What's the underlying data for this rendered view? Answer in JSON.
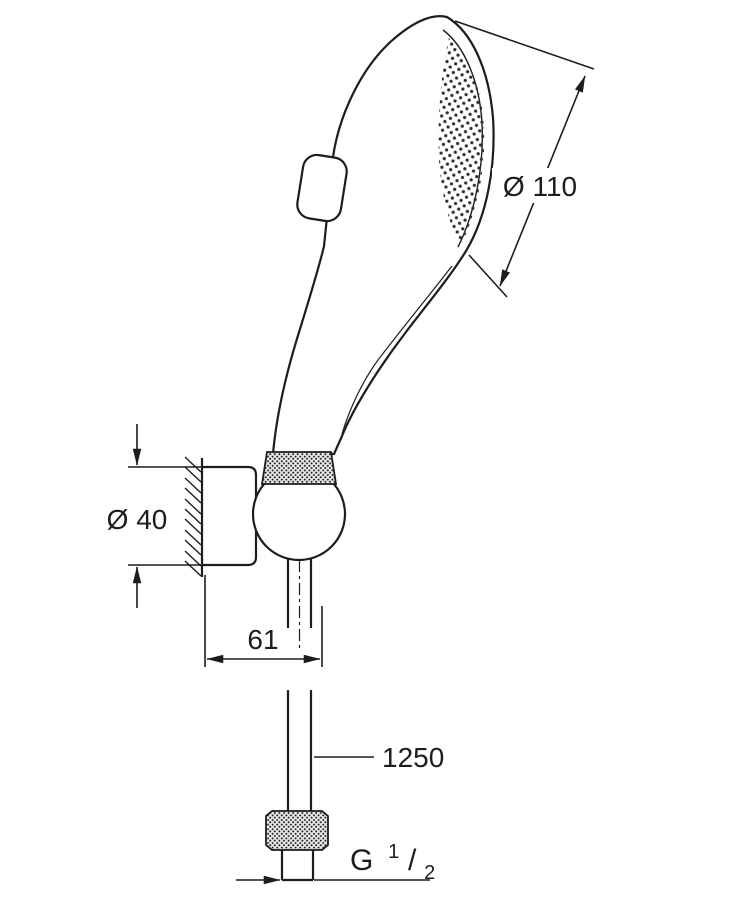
{
  "page": {
    "background": "#ffffff",
    "line_color": "#1d1d1d"
  },
  "drawing": {
    "dimensions": {
      "head_diameter": "Ø 110",
      "holder_diameter": "Ø 40",
      "holder_offset": "61",
      "hose_length": "1250",
      "thread": {
        "prefix": "G",
        "numerator": "1",
        "slash": "/",
        "denominator": "2"
      }
    }
  }
}
